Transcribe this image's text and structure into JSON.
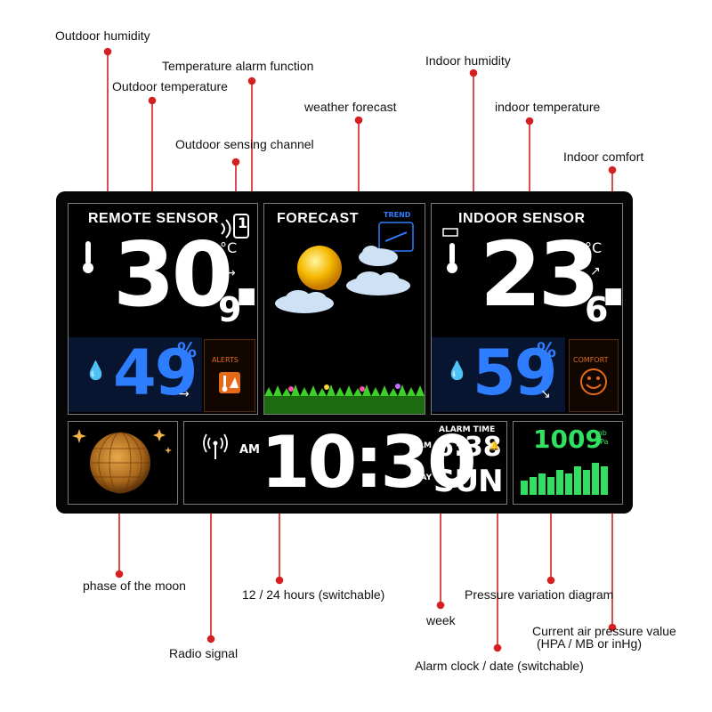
{
  "labels": {
    "outdoor_humidity": "Outdoor humidity",
    "temperature_alarm": "Temperature alarm function",
    "outdoor_temperature": "Outdoor temperature",
    "outdoor_channel": "Outdoor sensing channel",
    "weather_forecast": "weather forecast",
    "indoor_humidity": "Indoor humidity",
    "indoor_temperature": "indoor temperature",
    "indoor_comfort": "Indoor comfort",
    "moon_phase": "phase of the moon",
    "hour_format": "12 / 24 hours (switchable)",
    "week": "week",
    "pressure_diagram": "Pressure variation diagram",
    "pressure_value_1": "Current air pressure value",
    "pressure_value_2": "(HPA / MB or inHg)",
    "radio_signal": "Radio signal",
    "alarm_clock": "Alarm clock / date (switchable)"
  },
  "display": {
    "remote": {
      "title": "REMOTE SENSOR",
      "temp_main": "30.",
      "temp_dec": "9",
      "unit": "°C",
      "channel": "1",
      "humidity": "49",
      "percent": "%",
      "alerts": "ALERTS"
    },
    "forecast": {
      "title": "FORECAST",
      "trend": "TREND"
    },
    "indoor": {
      "title": "INDOOR SENSOR",
      "temp_main": "23.",
      "temp_dec": "6",
      "unit": "°C",
      "humidity": "59",
      "percent": "%",
      "comfort": "COMFORT"
    },
    "clock": {
      "ampm": "AM",
      "time": "10:30",
      "alarm_label": "ALARM TIME",
      "alarm_ampm": "AM",
      "alarm_time": "6:38",
      "day_label": "DAY",
      "day": "SUN"
    },
    "pressure": {
      "value": "1009",
      "unit1": "mb",
      "unit2": "hPa",
      "bars": [
        4,
        5,
        6,
        5,
        7,
        6,
        8,
        7,
        9,
        8
      ]
    }
  },
  "colors": {
    "leader": "#d42020",
    "lcd_blue": "#2f7dff",
    "lcd_green": "#30e060",
    "alert_orange": "#e46a1a"
  }
}
